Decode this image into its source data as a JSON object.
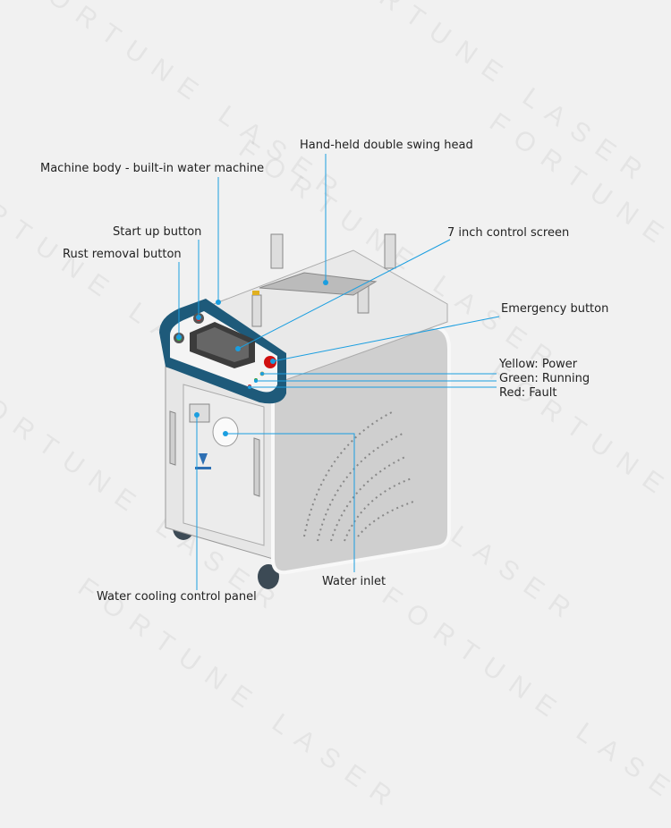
{
  "watermark": "FORTUNE LASER",
  "accent_color": "#1a9ee0",
  "labels": {
    "swing_head": "Hand-held double swing head",
    "machine_body": "Machine body - built-in water machine",
    "start_up": "Start up button",
    "rust_removal": "Rust removal button",
    "control_screen": "7 inch control screen",
    "emergency": "Emergency button",
    "yellow": "Yellow: Power",
    "green": "Green: Running",
    "red": "Red: Fault",
    "water_inlet": "Water inlet",
    "water_cooling": "Water cooling control panel"
  }
}
